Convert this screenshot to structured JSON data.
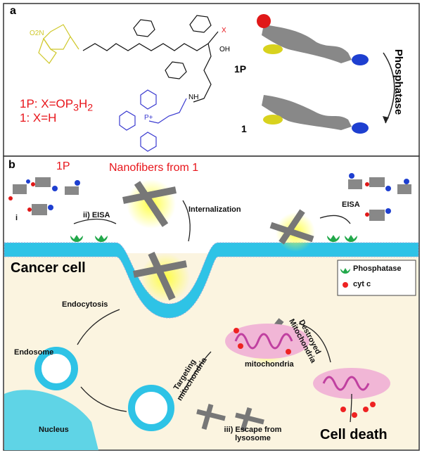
{
  "panel_a": {
    "label": "a",
    "compound_1p": "1P: X=OP",
    "compound_1p_sub1": "3",
    "compound_1p_mid": "H",
    "compound_1p_sub2": "2",
    "compound_1": "1: X=H",
    "model_1p_label": "1P",
    "model_1_label": "1",
    "arrow_label": "Phosphatase",
    "structure_labels": {
      "no2": "O2N",
      "x": "X",
      "oh": "OH",
      "nh": "NH",
      "p_plus": "P+"
    }
  },
  "panel_b": {
    "label": "b",
    "label_1p": "1P",
    "title": "Nanofibers from 1",
    "step_i": "i",
    "step_ii": "ii) EISA",
    "internalization": "Internalization",
    "eisa": "EISA",
    "cancer_cell": "Cancer cell",
    "legend": {
      "phosphatase": "Phosphatase",
      "cytc": "cyt c"
    },
    "endocytosis": "Endocytosis",
    "endosome": "Endosome",
    "targeting": "Targeting mitochondria",
    "mitochondria": "mitochondria",
    "destroyed": "Destroyed Mitochondria",
    "nucleus": "Nucleus",
    "escape": "iii) Escape from lysosome",
    "cell_death": "Cell death"
  },
  "colors": {
    "title_red": "#e8151b",
    "nbd_yellow": "#d4cf2a",
    "tpp_blue": "#3a3ad0",
    "membrane": "#2ec3e6",
    "cytoplasm": "#fbf4e0",
    "phosphatase_green": "#21a84a",
    "cytc_red": "#ee2222",
    "mito_pink": "#f1b6d6"
  }
}
